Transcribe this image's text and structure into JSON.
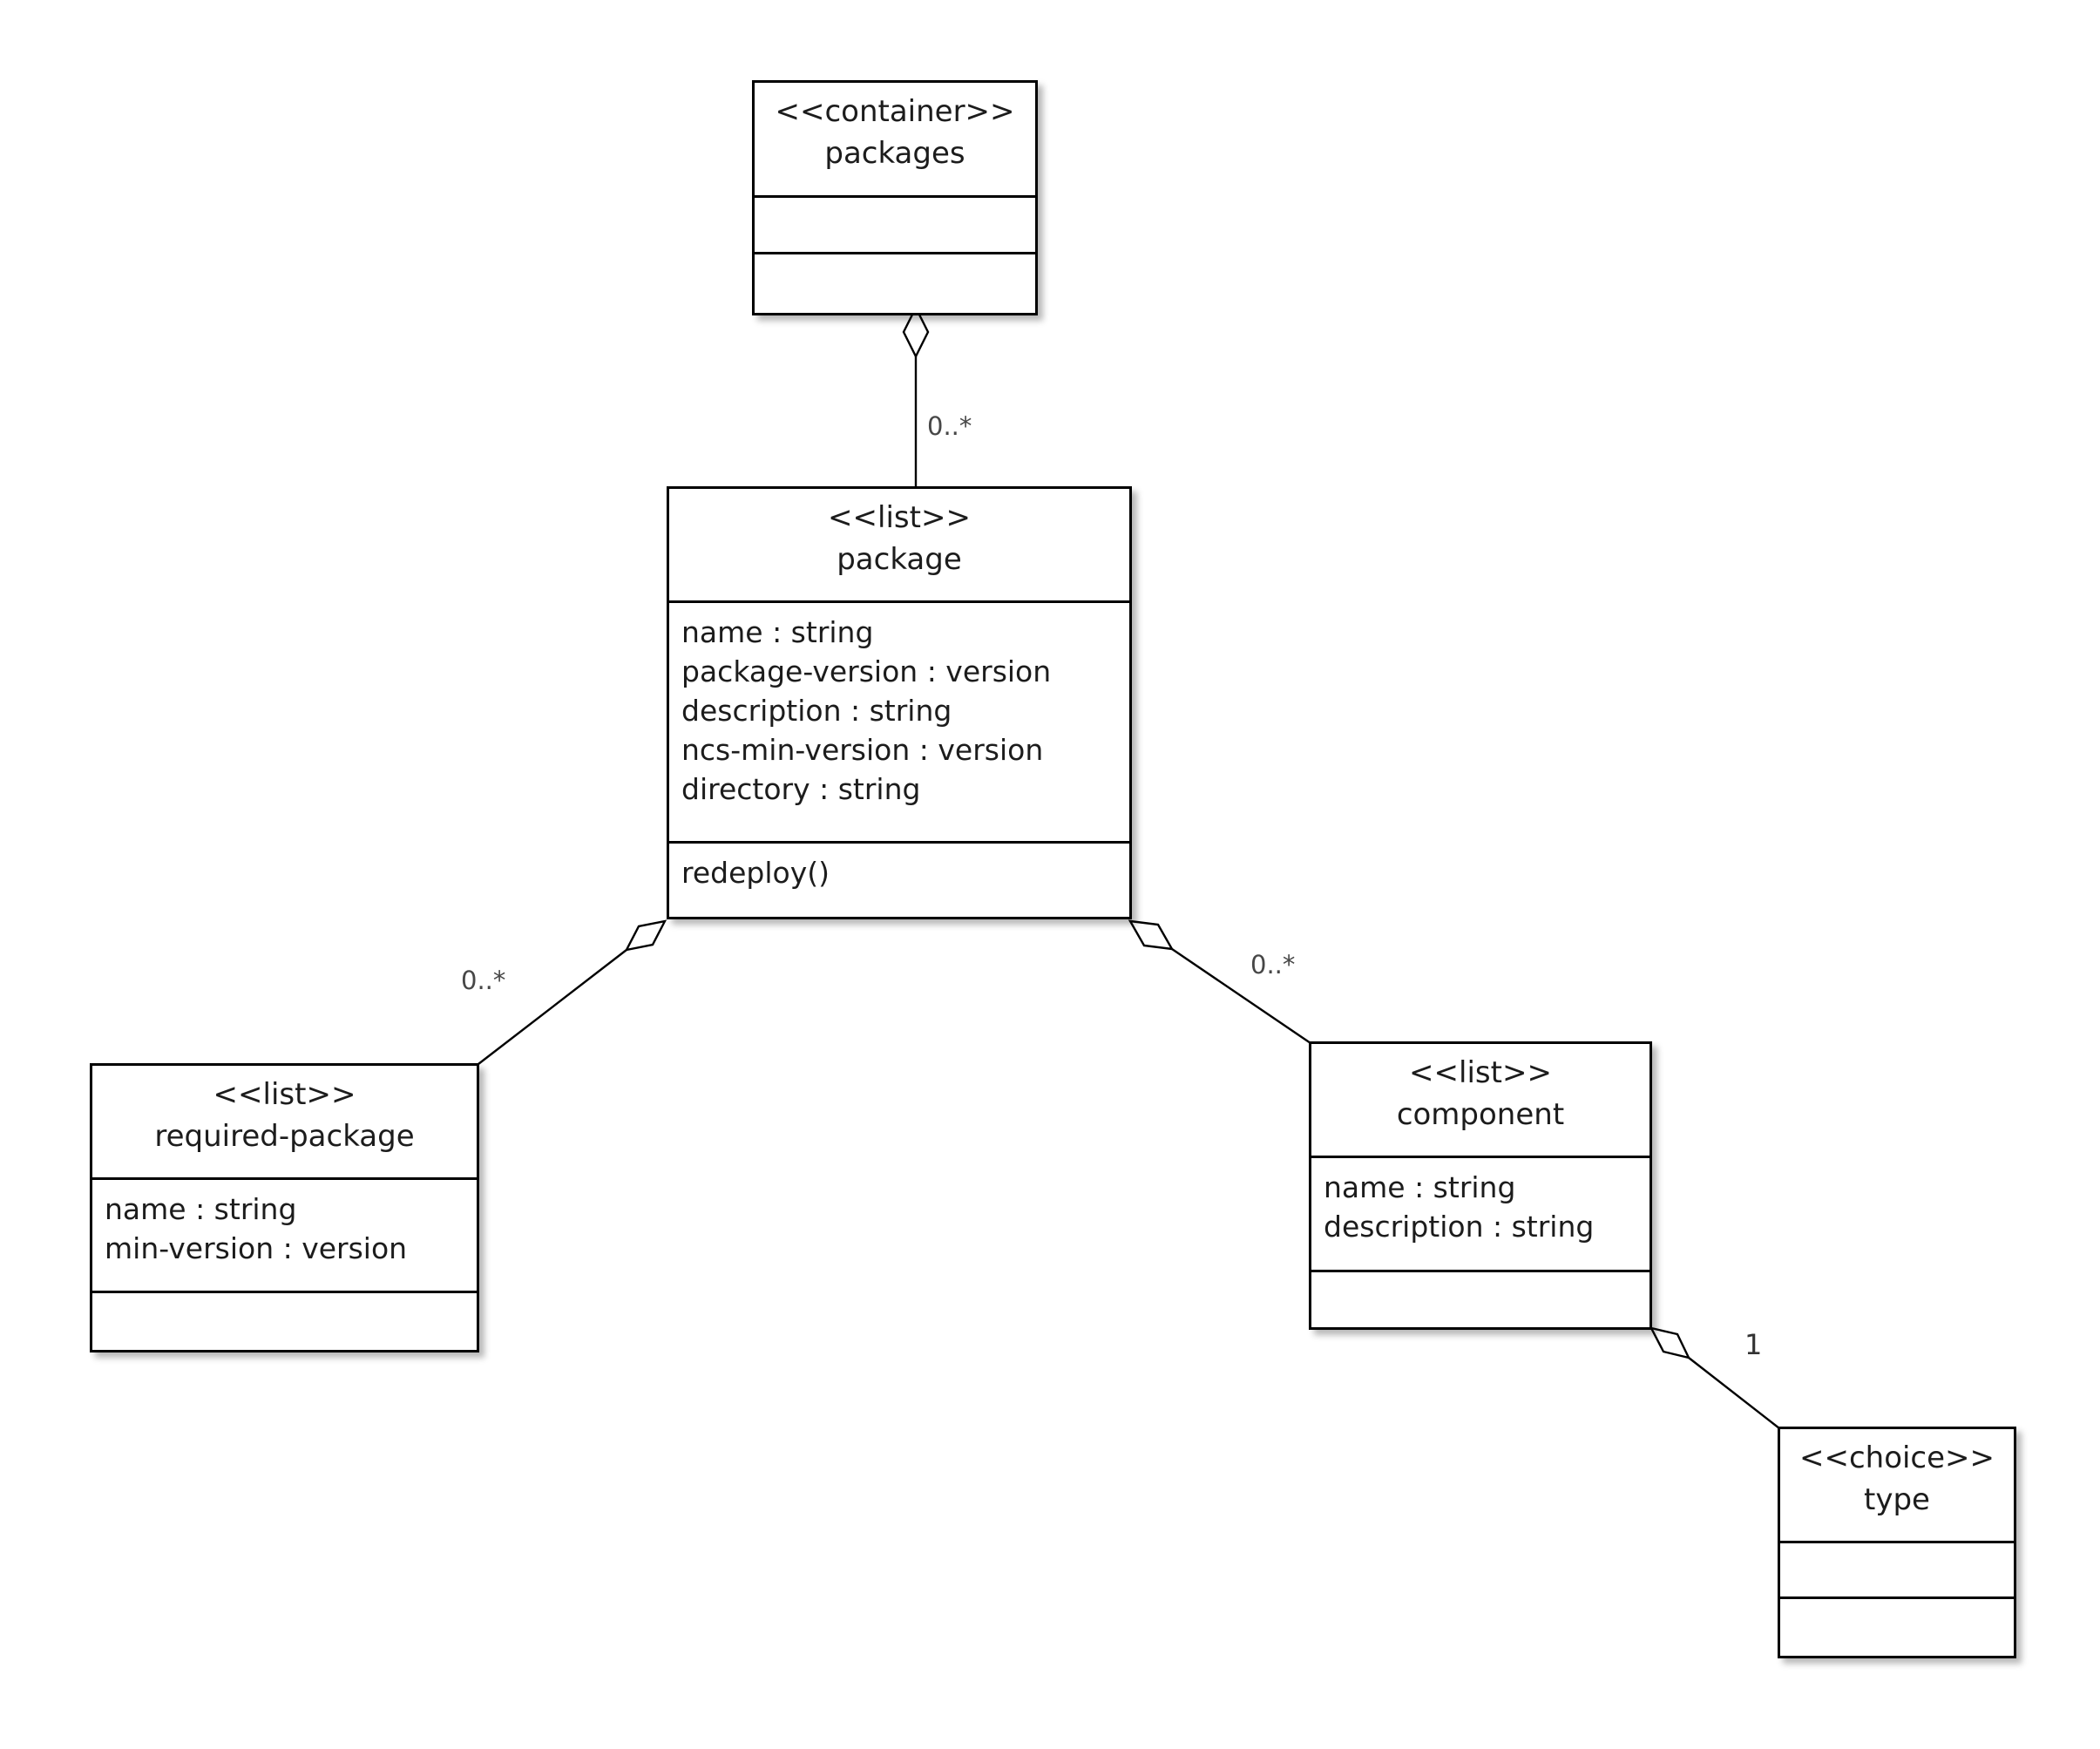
{
  "diagram": {
    "classes": {
      "packages": {
        "stereotype": "<<container>>",
        "name": "packages",
        "attributes": [],
        "operations": []
      },
      "package": {
        "stereotype": "<<list>>",
        "name": "package",
        "attributes": [
          "name : string",
          "package-version : version",
          "description : string",
          "ncs-min-version : version",
          "directory : string"
        ],
        "operations": [
          "redeploy()"
        ]
      },
      "required_package": {
        "stereotype": "<<list>>",
        "name": "required-package",
        "attributes": [
          "name : string",
          "min-version : version"
        ],
        "operations": []
      },
      "component": {
        "stereotype": "<<list>>",
        "name": "component",
        "attributes": [
          "name : string",
          "description : string"
        ],
        "operations": []
      },
      "type": {
        "stereotype": "<<choice>>",
        "name": "type",
        "attributes": [],
        "operations": []
      }
    },
    "edges": {
      "packages_package": {
        "type": "aggregation",
        "multiplicity": "0..*"
      },
      "package_required_package": {
        "type": "aggregation",
        "multiplicity": "0..*"
      },
      "package_component": {
        "type": "aggregation",
        "multiplicity": "0..*"
      },
      "component_type": {
        "type": "aggregation",
        "multiplicity": "1"
      }
    },
    "colors": {
      "background": "#ffffff",
      "box_fill": "#ffffff",
      "border": "#000000",
      "text": "#1c1c1c",
      "multiplicity_label": "#474747"
    }
  }
}
